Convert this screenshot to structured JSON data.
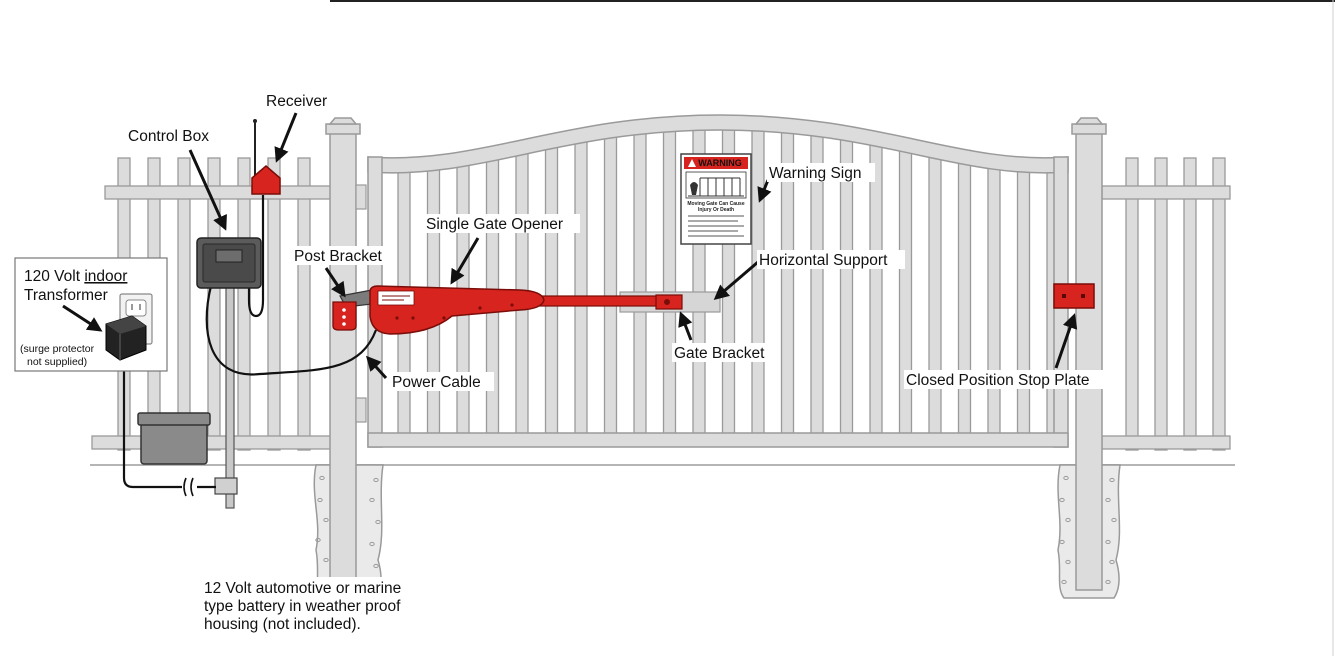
{
  "colors": {
    "fence_fill": "#dcdcdc",
    "fence_stroke": "#9a9a9a",
    "device_red": "#d8241e",
    "device_dark_red": "#a3140f",
    "box_gray": "#555555",
    "battery_gray": "#8a8a8a",
    "cable": "#111111"
  },
  "labels": {
    "receiver": "Receiver",
    "control_box": "Control Box",
    "transformer_line1_prefix": "120 Volt ",
    "transformer_line1_underlined": "indoor",
    "transformer_line2": "Transformer",
    "surge_line1": "(surge protector",
    "surge_line2": "not supplied)",
    "post_bracket": "Post Bracket",
    "single_gate_opener": "Single Gate Opener",
    "warning_sign": "Warning Sign",
    "horizontal_support": "Horizontal Support",
    "gate_bracket": "Gate Bracket",
    "power_cable": "Power Cable",
    "closed_position_stop_plate": "Closed Position Stop Plate",
    "battery_line1": "12 Volt automotive or marine",
    "battery_line2": "type battery in weather proof",
    "battery_line3": "housing (not included)."
  },
  "warning_sign": {
    "header": "WARNING",
    "subtitle_line1": "Moving Gate Can Cause",
    "subtitle_line2": "Injury Or Death"
  },
  "icons": {
    "transformer": "power-adapter-icon",
    "outlet": "wall-outlet-icon",
    "antenna": "antenna-icon",
    "warning_triangle": "warning-triangle-icon"
  }
}
